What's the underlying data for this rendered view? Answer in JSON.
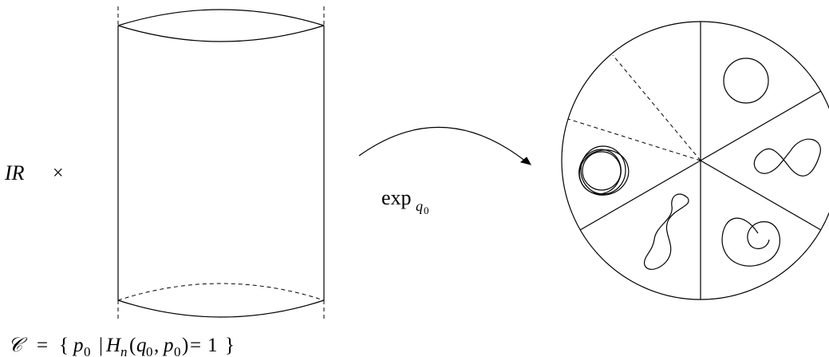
{
  "left_label": {
    "reals": "IR",
    "times": "×"
  },
  "cylinder": {
    "caption": {
      "C": "𝒞",
      "eq": "=",
      "open_brace": "{",
      "p0_p": "p",
      "p0_sub": "0",
      "bar": "|",
      "H": "H",
      "H_sub": "n",
      "args_open": "(",
      "q0_q": "q",
      "q0_sub": "0",
      "comma": ",",
      "p0b_p": "p",
      "p0b_sub": "0",
      "args_close": ")",
      "eq2": "=",
      "one": "1",
      "close_brace": "}"
    }
  },
  "map_arrow": {
    "label": "exp",
    "sub_q": "q",
    "sub_0": "0"
  },
  "disk": {
    "sectors": [
      "circle",
      "figure-eight",
      "spiral-loop",
      "s-curve",
      "multiple-loops"
    ]
  }
}
